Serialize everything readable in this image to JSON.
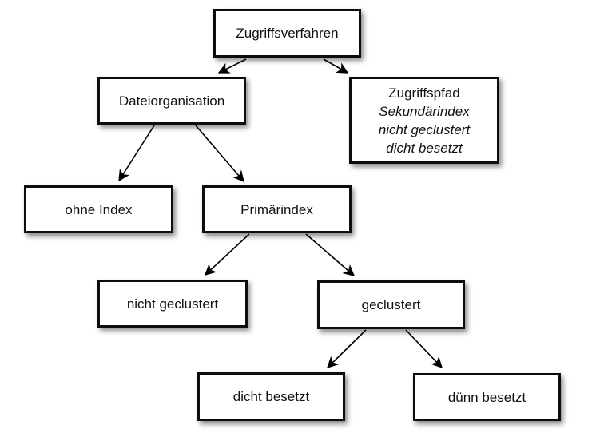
{
  "diagram": {
    "nodes": {
      "zugriffsverfahren": {
        "label": "Zugriffsverfahren"
      },
      "dateiorganisation": {
        "label": "Dateiorganisation"
      },
      "zugriffspfad": {
        "label": "Zugriffspfad",
        "sublines": [
          "Sekundärindex",
          "nicht geclustert",
          "dicht besetzt"
        ]
      },
      "ohne_index": {
        "label": "ohne Index"
      },
      "primaerindex": {
        "label": "Primärindex"
      },
      "nicht_geclustert": {
        "label": "nicht geclustert"
      },
      "geclustert": {
        "label": "geclustert"
      },
      "dicht_besetzt": {
        "label": "dicht besetzt"
      },
      "duenn_besetzt": {
        "label": "dünn besetzt"
      }
    },
    "edges": [
      {
        "from": "zugriffsverfahren",
        "to": "dateiorganisation"
      },
      {
        "from": "zugriffsverfahren",
        "to": "zugriffspfad"
      },
      {
        "from": "dateiorganisation",
        "to": "ohne_index"
      },
      {
        "from": "dateiorganisation",
        "to": "primaerindex"
      },
      {
        "from": "primaerindex",
        "to": "nicht_geclustert"
      },
      {
        "from": "primaerindex",
        "to": "geclustert"
      },
      {
        "from": "geclustert",
        "to": "dicht_besetzt"
      },
      {
        "from": "geclustert",
        "to": "duenn_besetzt"
      }
    ],
    "colors": {
      "background": "#ffffff",
      "box_fill": "#ffffff",
      "box_border": "#0d0d0d",
      "text": "#111111",
      "arrow": "#000000"
    }
  }
}
